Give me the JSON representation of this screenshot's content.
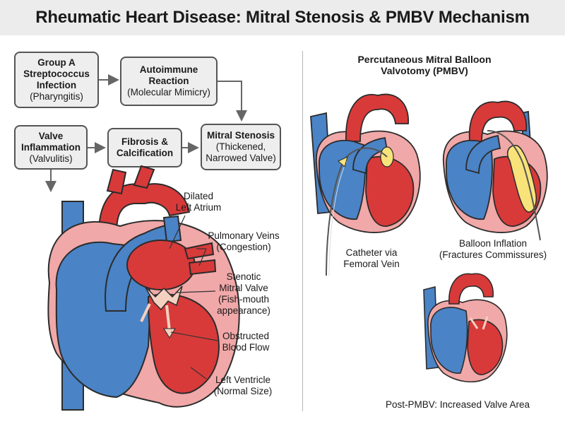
{
  "title": "Rheumatic Heart Disease: Mitral Stenosis & PMBV Mechanism",
  "flow": {
    "strep": {
      "line1": "Group A",
      "line2": "Streptococcus",
      "line3": "Infection",
      "sub": "(Pharyngitis)"
    },
    "autoimmune": {
      "line1": "Autoimmune",
      "line2": "Reaction",
      "sub": "(Molecular Mimicry)"
    },
    "inflammation": {
      "line1": "Valve",
      "line2": "Inflammation",
      "sub": "(Valvulitis)"
    },
    "fibrosis": {
      "line1": "Fibrosis &",
      "line2": "Calcification"
    },
    "stenosis": {
      "line1": "Mitral Stenosis",
      "sub1": "(Thickened,",
      "sub2": "Narrowed Valve)"
    }
  },
  "heart_labels": {
    "atrium": {
      "line1": "Dilated",
      "line2": "Left Atrium"
    },
    "veins": {
      "line1": "Pulmonary Veins",
      "line2": "(Congestion)"
    },
    "valve": {
      "line1": "Stenotic",
      "line2": "Mitral Valve",
      "line3": "(Fish-mouth",
      "line4": "appearance)"
    },
    "flow": {
      "line1": "Obstructed",
      "line2": "Blood Flow"
    },
    "ventricle": {
      "line1": "Left Ventricle",
      "line2": "(Normal Size)"
    }
  },
  "pmbv": {
    "title1": "Percutaneous Mitral Balloon",
    "title2": "Valvotomy (PMBV)",
    "catheter": {
      "line1": "Catheter via",
      "line2": "Femoral Vein"
    },
    "balloon": {
      "line1": "Balloon Inflation",
      "line2": "(Fractures Commissures)"
    },
    "post": "Post-PMBV: Increased Valve Area"
  },
  "colors": {
    "blue": "#4a83c6",
    "red": "#d83a3a",
    "pink": "#f1a8a8",
    "balloon": "#f8e37a",
    "outline": "#2b2b2b"
  }
}
